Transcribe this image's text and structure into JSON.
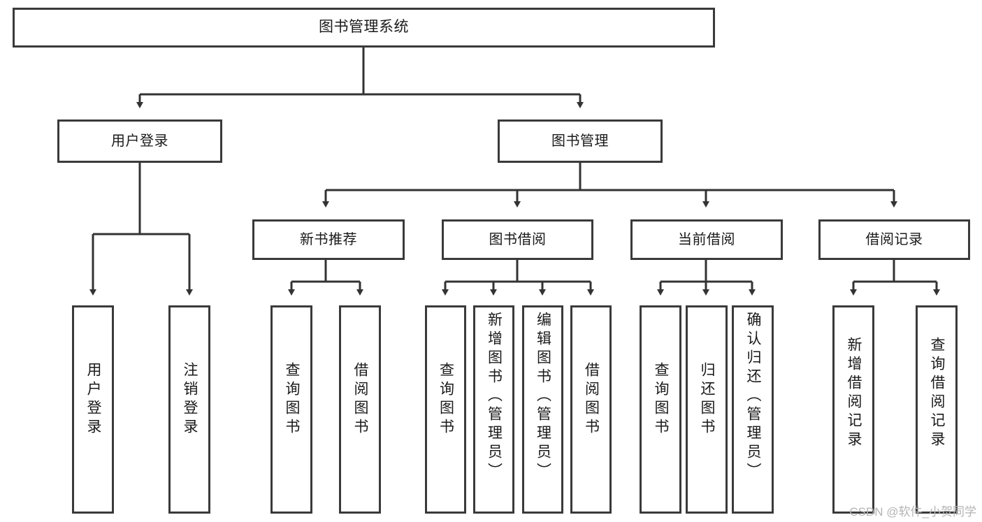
{
  "diagram": {
    "type": "tree-hierarchy",
    "root": {
      "id": "root",
      "label": "图书管理系统"
    },
    "level1": [
      {
        "id": "user-login",
        "label": "用户登录"
      },
      {
        "id": "book-manage",
        "label": "图书管理"
      }
    ],
    "level2": [
      {
        "id": "new-book-recommend",
        "label": "新书推荐",
        "parent": "book-manage"
      },
      {
        "id": "book-borrow",
        "label": "图书借阅",
        "parent": "book-manage"
      },
      {
        "id": "current-borrow",
        "label": "当前借阅",
        "parent": "book-manage"
      },
      {
        "id": "borrow-record",
        "label": "借阅记录",
        "parent": "book-manage"
      }
    ],
    "leaves": {
      "user-login": [
        {
          "id": "leaf-user-login",
          "label": "用户登录"
        },
        {
          "id": "leaf-logout-login",
          "label": "注销登录"
        }
      ],
      "new-book-recommend": [
        {
          "id": "leaf-query-book-1",
          "label": "查询图书"
        },
        {
          "id": "leaf-borrow-book-1",
          "label": "借阅图书"
        }
      ],
      "book-borrow": [
        {
          "id": "leaf-query-book-2",
          "label": "查询图书"
        },
        {
          "id": "leaf-add-book",
          "label": "新增图书（管理员）"
        },
        {
          "id": "leaf-edit-book",
          "label": "编辑图书（管理员）"
        },
        {
          "id": "leaf-borrow-book-2",
          "label": "借阅图书"
        }
      ],
      "current-borrow": [
        {
          "id": "leaf-query-book-3",
          "label": "查询图书"
        },
        {
          "id": "leaf-return-book",
          "label": "归还图书"
        },
        {
          "id": "leaf-confirm-return",
          "label": "确认归还（管理员）"
        }
      ],
      "borrow-record": [
        {
          "id": "leaf-add-record",
          "label": "新增借阅记录"
        },
        {
          "id": "leaf-query-record",
          "label": "查询借阅记录"
        }
      ]
    },
    "colors": {
      "border": "#3a3a3a",
      "background": "#ffffff",
      "text": "#1a1a1a",
      "connector": "#333333",
      "watermark": "#b4b4b4"
    }
  },
  "watermark": {
    "text": "CSDN @软件_小贺同学"
  }
}
